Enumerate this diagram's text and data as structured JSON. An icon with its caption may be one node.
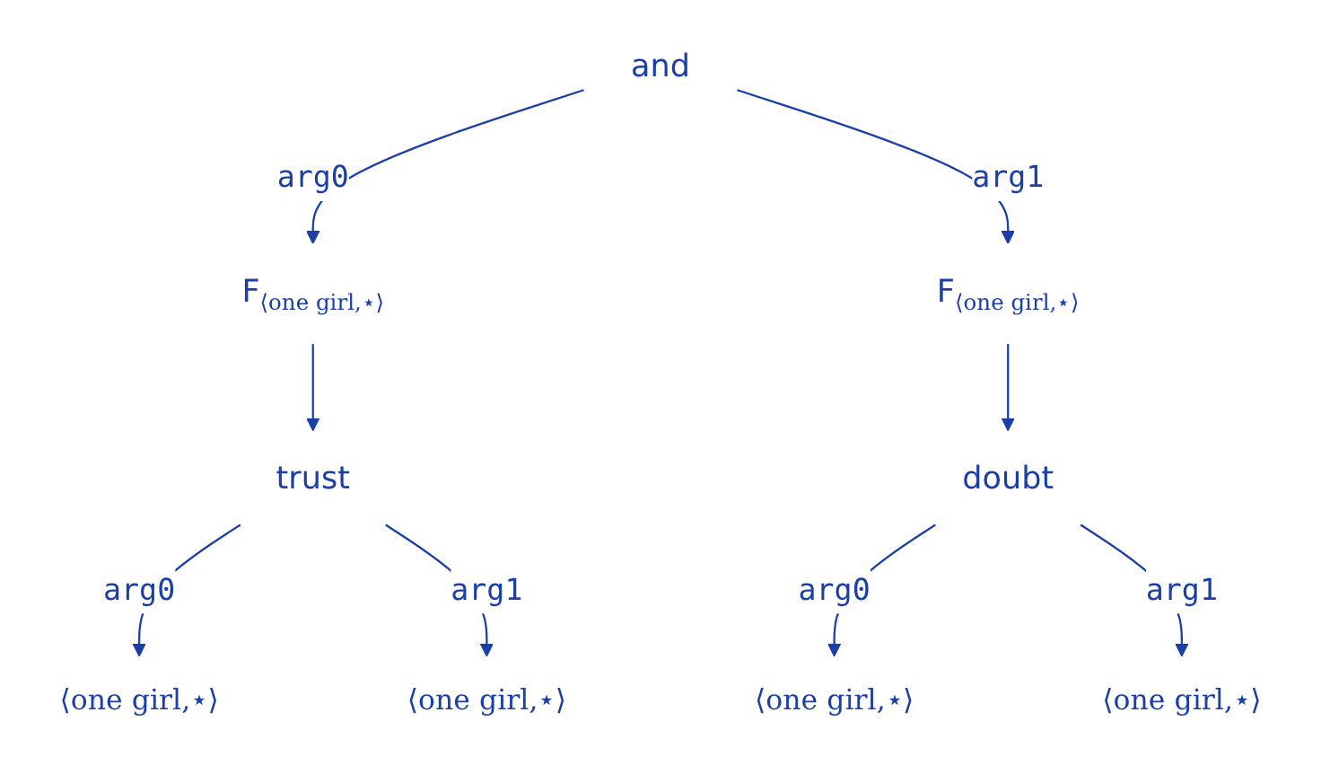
{
  "diagram": {
    "nodes": [
      {
        "text": [
          "and"
        ]
      },
      {
        "text": [
          "F$_{⟨one girl,⋆⟩}$"
        ]
      },
      {
        "text": [
          "F$_{⟨one girl,⋆⟩}$"
        ]
      },
      {
        "text": [
          "trust"
        ]
      },
      {
        "text": [
          "doubt"
        ]
      },
      {
        "text": [
          "⟨one girl,⋆⟩"
        ]
      },
      {
        "text": [
          "⟨one girl,⋆⟩"
        ]
      },
      {
        "text": [
          "⟨one girl,⋆⟩"
        ]
      },
      {
        "text": [
          "⟨one girl,⋆⟩"
        ]
      }
    ],
    "edges": [
      {
        "from": 0,
        "to": 1,
        "arrow": "to",
        "label": "arg0"
      },
      {
        "from": 0,
        "to": 2,
        "arrow": "to",
        "label": "arg1"
      },
      {
        "from": 1,
        "to": 3,
        "arrow": "to"
      },
      {
        "from": 2,
        "to": 4,
        "arrow": "to"
      },
      {
        "from": 3,
        "to": 5,
        "arrow": "to",
        "label": "arg0"
      },
      {
        "from": 3,
        "to": 6,
        "arrow": "to",
        "label": "arg1"
      },
      {
        "from": 4,
        "to": 7,
        "arrow": "to",
        "label": "arg0"
      },
      {
        "from": 4,
        "to": 8,
        "arrow": "to",
        "label": "arg1"
      }
    ]
  }
}
